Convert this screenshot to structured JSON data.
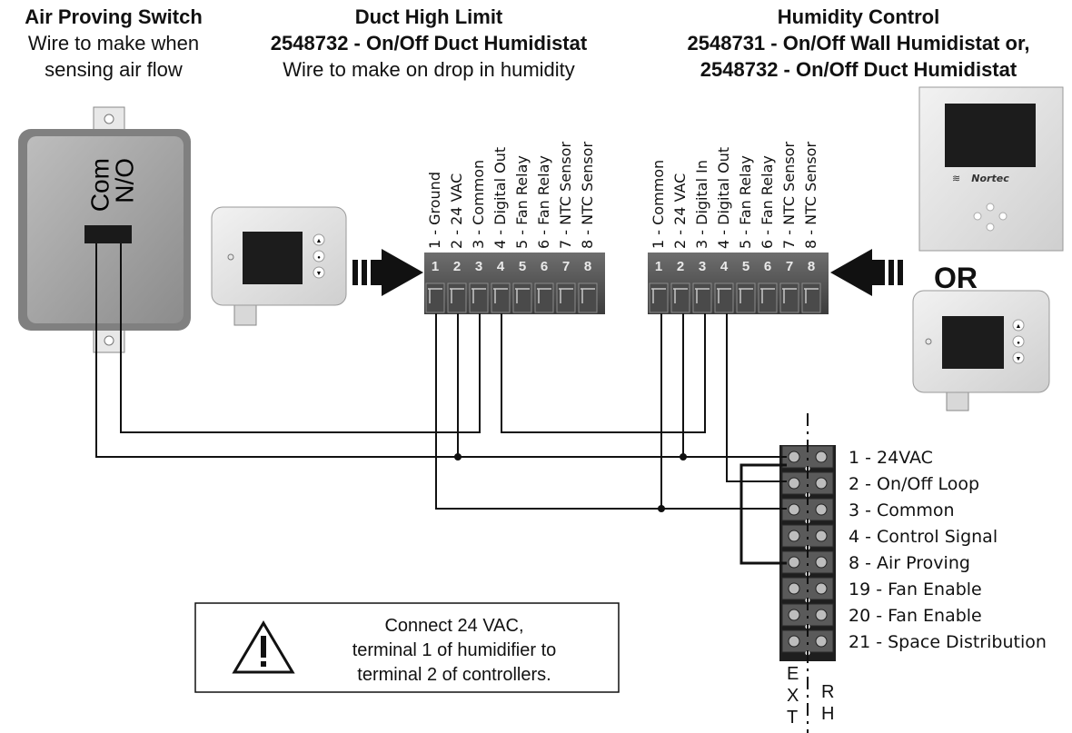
{
  "headers": {
    "air_proving": {
      "title": "Air Proving Switch",
      "line1": "Wire to make when",
      "line2": "sensing air flow"
    },
    "duct_high_limit": {
      "title": "Duct High Limit",
      "subtitle": "2548732 - On/Off Duct Humidistat",
      "line1": "Wire to make on drop in humidity"
    },
    "humidity_control": {
      "title": "Humidity Control",
      "line1": "2548731 - On/Off Wall Humidistat or,",
      "line2": "2548732 - On/Off Duct Humidistat"
    }
  },
  "switch_labels": {
    "com": "Com",
    "no": "N/O"
  },
  "left_terminals": {
    "labels": [
      "1 - Ground",
      "2 - 24 VAC",
      "3 - Common",
      "4 - Digital Out",
      "5 - Fan Relay",
      "6 - Fan Relay",
      "7 - NTC Sensor",
      "8 - NTC Sensor"
    ],
    "numbers": [
      "1",
      "2",
      "3",
      "4",
      "5",
      "6",
      "7",
      "8"
    ]
  },
  "right_terminals": {
    "labels": [
      "1 - Common",
      "2 - 24 VAC",
      "3 - Digital In",
      "4 - Digital Out",
      "5 - Fan Relay",
      "6 - Fan Relay",
      "7 - NTC Sensor",
      "8 - NTC Sensor"
    ],
    "numbers": [
      "1",
      "2",
      "3",
      "4",
      "5",
      "6",
      "7",
      "8"
    ]
  },
  "humidifier_terminals": [
    "1 - 24VAC",
    "2 - On/Off Loop",
    "3 - Common",
    "4 - Control Signal",
    "8 - Air Proving",
    "19 - Fan Enable",
    "20 - Fan Enable",
    "21 - Space Distribution"
  ],
  "brand": "Nortec",
  "or_label": "OR",
  "warning": {
    "line1": "Connect 24 VAC,",
    "line2": "terminal 1 of humidifier to",
    "line3": "terminal 2 of controllers."
  },
  "side_labels": {
    "ext": [
      "E",
      "X",
      "T"
    ],
    "rh": [
      "R",
      "H"
    ]
  }
}
